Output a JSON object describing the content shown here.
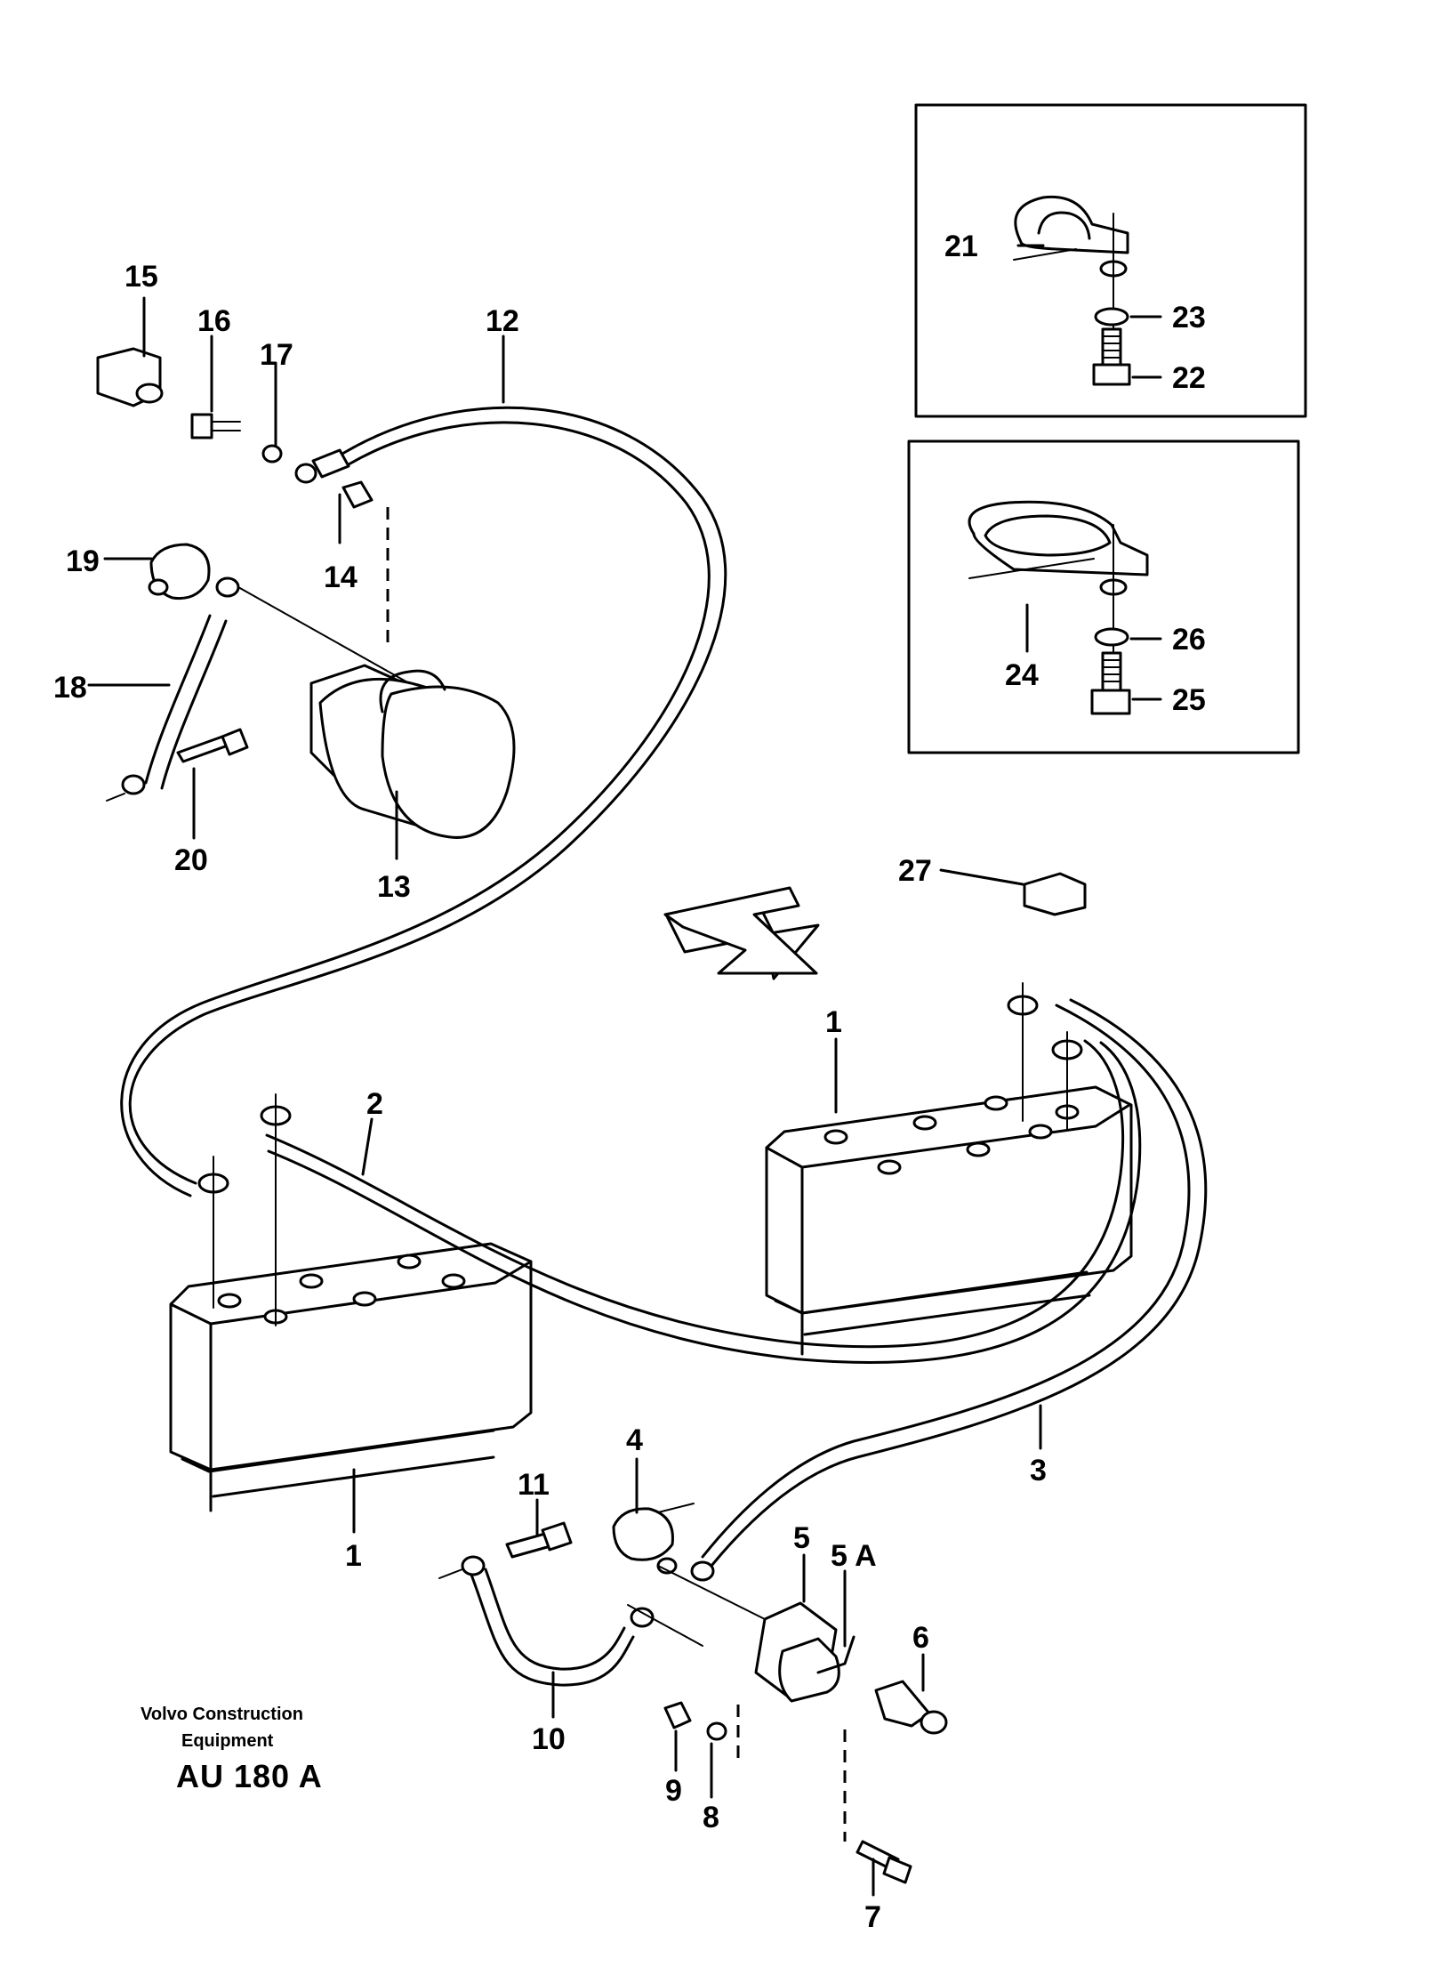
{
  "callouts": {
    "c1a": "1",
    "c1b": "1",
    "c2": "2",
    "c3": "3",
    "c4": "4",
    "c5": "5",
    "c5a": "5 A",
    "c6": "6",
    "c7": "7",
    "c8": "8",
    "c9": "9",
    "c10": "10",
    "c11": "11",
    "c12": "12",
    "c13": "13",
    "c14": "14",
    "c15": "15",
    "c16": "16",
    "c17": "17",
    "c18": "18",
    "c19": "19",
    "c20": "20",
    "c21": "21",
    "c22": "22",
    "c23": "23",
    "c24": "24",
    "c25": "25",
    "c26": "26",
    "c27": "27"
  },
  "caption": {
    "brand_line1": "Volvo Construction",
    "brand_line2": "Equipment",
    "drawing_code": "AU 180 A"
  }
}
